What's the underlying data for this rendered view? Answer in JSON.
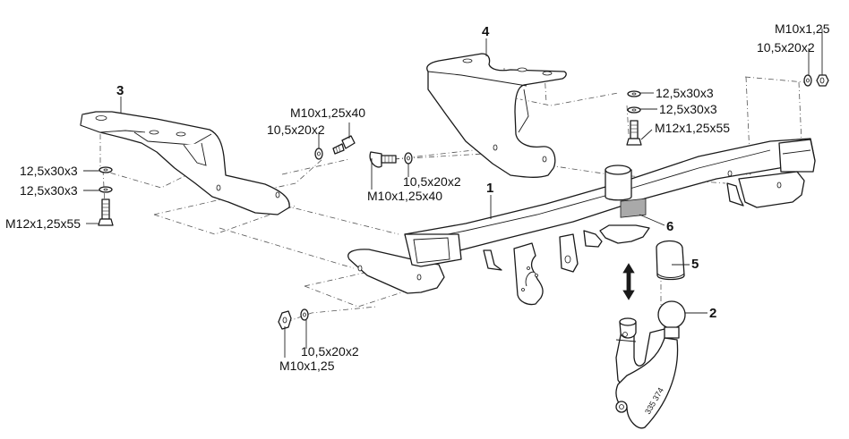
{
  "diagram": {
    "title": "Tow bar assembly exploded view",
    "colors": {
      "line": "#1a1a1a",
      "part_fill": "#ffffff",
      "shade_fill": "#e6e6e6",
      "label_6_fill": "#a9a9a9"
    },
    "part_numbers": {
      "crossbar": "1",
      "ball": "2",
      "left_bracket": "3",
      "right_bracket": "4",
      "cap": "5",
      "label": "6"
    },
    "hook_marking": "335 374",
    "fasteners": {
      "left_washer_top": "12,5x30x3",
      "left_washer_bottom": "12,5x30x3",
      "left_bolt": "M12x1,25x55",
      "center_left_bolt": "M10x1,25x40",
      "center_left_washer": "10,5x20x2",
      "center_right_bolt": "M10x1,25x40",
      "center_right_washer": "10,5x20x2",
      "right_washer_top": "12,5x30x3",
      "right_washer_bottom": "12,5x30x3",
      "right_bolt": "M12x1,25x55",
      "far_right_nut": "M10x1,25",
      "far_right_washer": "10,5x20x2",
      "bottom_washer": "10,5x20x2",
      "bottom_nut": "M10x1,25"
    }
  }
}
